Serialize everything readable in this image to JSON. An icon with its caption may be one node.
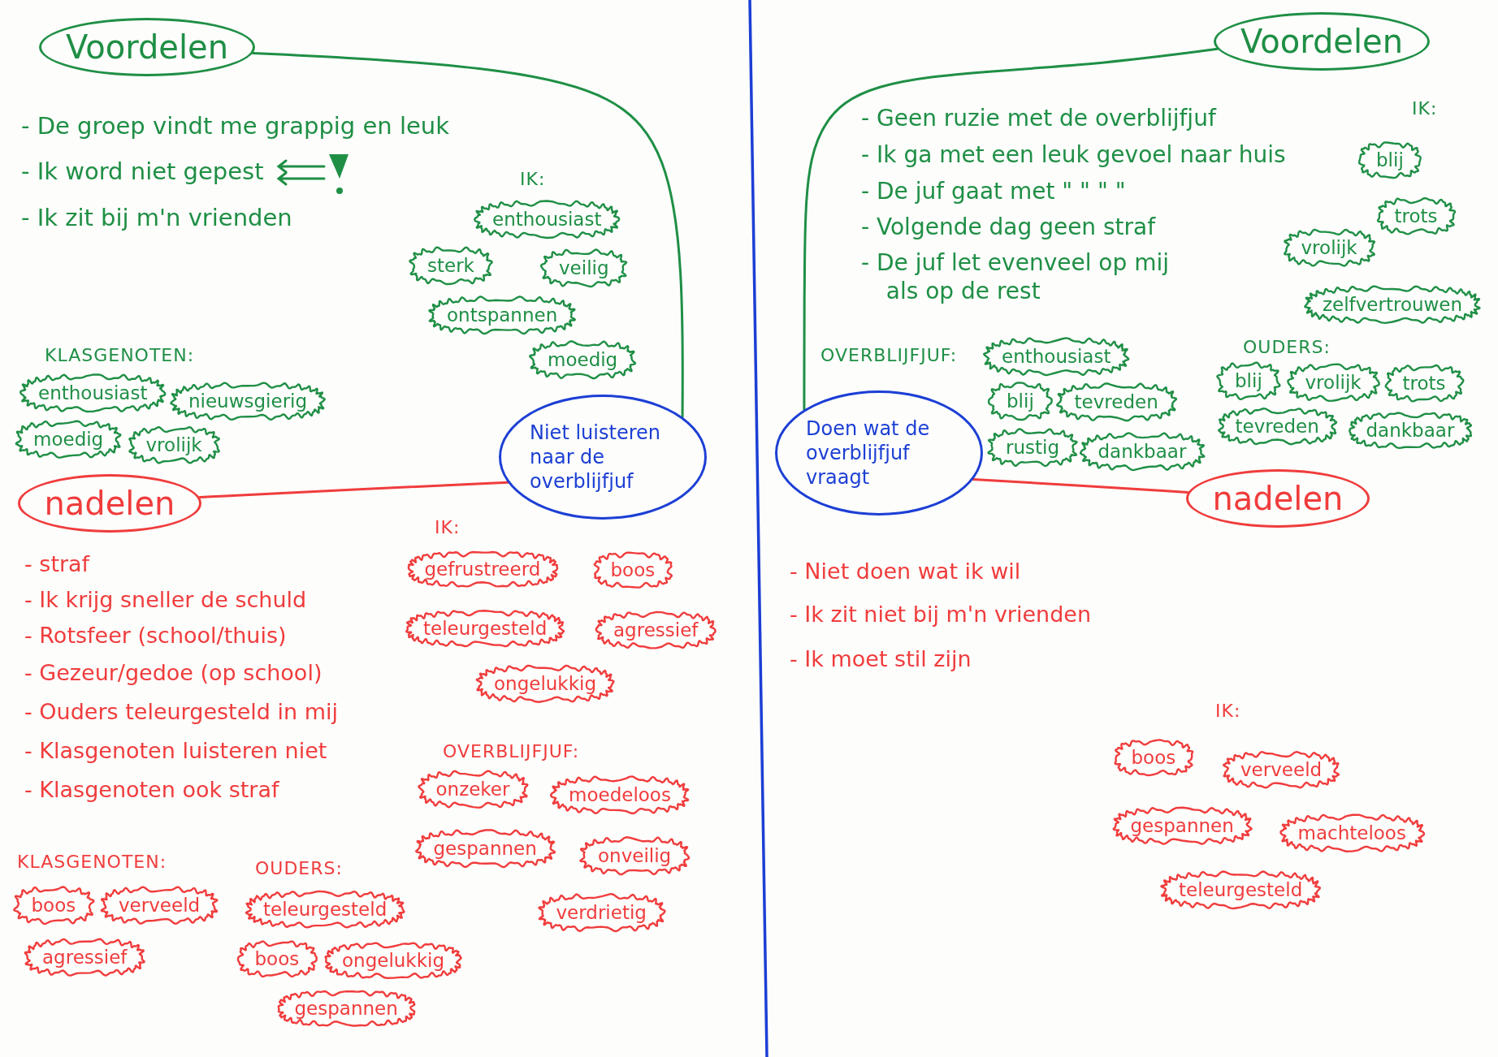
{
  "diagram": {
    "nodes": [
      {
        "text": [
          "Voordelen"
        ]
      },
      {
        "text": [
          "enthousiast"
        ]
      },
      {
        "text": [
          "sterk"
        ]
      },
      {
        "text": [
          "veilig"
        ]
      },
      {
        "text": [
          "ontspannen"
        ]
      },
      {
        "text": [
          "moedig"
        ]
      },
      {
        "text": [
          "enthousiast"
        ]
      },
      {
        "text": [
          "nieuwsgierig"
        ]
      },
      {
        "text": [
          "moedig"
        ]
      },
      {
        "text": [
          "vrolijk"
        ]
      },
      {
        "text": [
          "Niet luisteren naar de overblijfjuf"
        ]
      },
      {
        "text": [
          "nadelen"
        ]
      },
      {
        "text": [
          "gefrustreerd"
        ]
      },
      {
        "text": [
          "boos"
        ]
      },
      {
        "text": [
          "teleurgesteld"
        ]
      },
      {
        "text": [
          "agressief"
        ]
      },
      {
        "text": [
          "ongelukkig"
        ]
      },
      {
        "text": [
          "onzeker"
        ]
      },
      {
        "text": [
          "moedeloos"
        ]
      },
      {
        "text": [
          "gespannen"
        ]
      },
      {
        "text": [
          "onveilig"
        ]
      },
      {
        "text": [
          "verdrietig"
        ]
      },
      {
        "text": [
          "boos"
        ]
      },
      {
        "text": [
          "verveeld"
        ]
      },
      {
        "text": [
          "agressief"
        ]
      },
      {
        "text": [
          "teleurgesteld"
        ]
      },
      {
        "text": [
          "boos"
        ]
      },
      {
        "text": [
          "ongelukkig"
        ]
      },
      {
        "text": [
          "gespannen"
        ]
      },
      {
        "text": [
          "Voordelen"
        ]
      },
      {
        "text": [
          "blij"
        ]
      },
      {
        "text": [
          "trots"
        ]
      },
      {
        "text": [
          "vrolijk"
        ]
      },
      {
        "text": [
          "zelfvertrouwen"
        ]
      },
      {
        "text": [
          "enthousiast"
        ]
      },
      {
        "text": [
          "blij"
        ]
      },
      {
        "text": [
          "tevreden"
        ]
      },
      {
        "text": [
          "rustig"
        ]
      },
      {
        "text": [
          "dankbaar"
        ]
      },
      {
        "text": [
          "blij"
        ]
      },
      {
        "text": [
          "vrolijk"
        ]
      },
      {
        "text": [
          "trots"
        ]
      },
      {
        "text": [
          "tevreden"
        ]
      },
      {
        "text": [
          "dankbaar"
        ]
      },
      {
        "text": [
          "Doen wat de overblijfjuf vraagt"
        ]
      },
      {
        "text": [
          "nadelen"
        ]
      },
      {
        "text": [
          "boos"
        ]
      },
      {
        "text": [
          "verveeld"
        ]
      },
      {
        "text": [
          "gespannen"
        ]
      },
      {
        "text": [
          "machteloos"
        ]
      },
      {
        "text": [
          "teleurgesteld"
        ]
      }
    ],
    "edges": [
      {
        "from": 10,
        "to": 0,
        "arrow": "none",
        "color": "#1f8f45"
      },
      {
        "from": 10,
        "to": 11,
        "arrow": "none",
        "color": "#f03c3c"
      },
      {
        "from": 44,
        "to": 29,
        "arrow": "none",
        "color": "#1f8f45"
      },
      {
        "from": 44,
        "to": 45,
        "arrow": "none",
        "color": "#f03c3c"
      }
    ],
    "labels": [
      "- De groep vindt me grappig en leuk",
      "- Ik word niet gepest",
      "- Ik zit bij m'n vrienden",
      "IK:",
      "KLASGENOTEN:",
      "- straf",
      "- Ik krijg sneller de schuld",
      "- Rotsfeer (school/thuis)",
      "- Gezeur/gedoe (op school)",
      "- Ouders teleurgesteld in mij",
      "- Klasgenoten luisteren niet",
      "- Klasgenoten ook straf",
      "IK:",
      "OVERBLIJFJUF:",
      "KLASGENOTEN:",
      "OUDERS:",
      "- Geen ruzie met de overblijfjuf",
      "- Ik ga met een leuk gevoel naar huis",
      "- De juf gaat met \" \" \" \"",
      "- Volgende dag geen straf",
      "- De juf let evenveel op mij als op de rest",
      "IK:",
      "OVERBLIJFJUF:",
      "OUDERS:",
      "- Niet doen wat ik wil",
      "- Ik zit niet bij m'n vrienden",
      "- Ik moet stil zijn",
      "IK:"
    ]
  }
}
